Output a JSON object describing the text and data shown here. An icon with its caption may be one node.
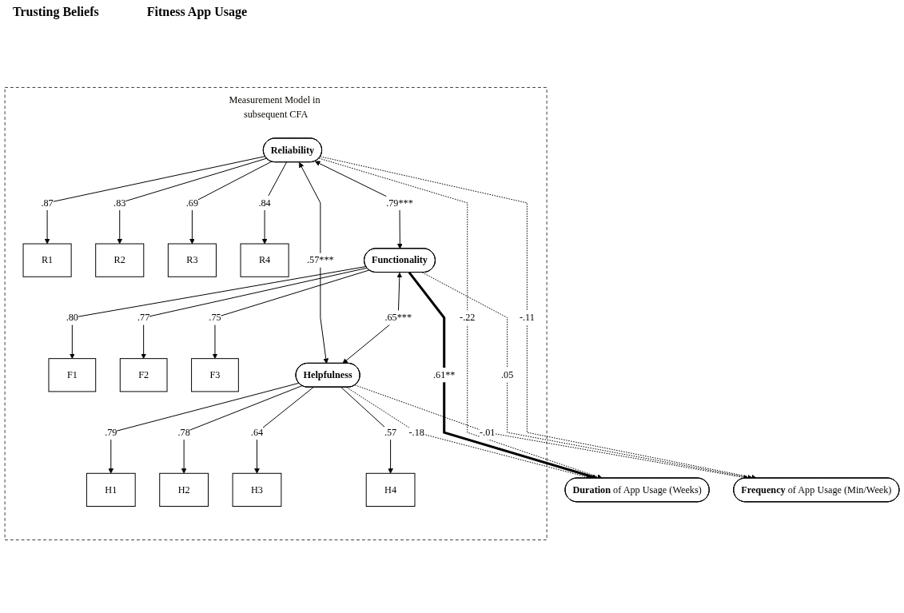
{
  "diagram": {
    "nodes": [
      {
        "text": [
          "Measurement Model in subsequent CFA"
        ]
      },
      {
        "text": [
          "Reliability"
        ],
        "in": 0
      },
      {
        "text": [
          "R1"
        ],
        "in": 0
      },
      {
        "text": [
          "R2"
        ],
        "in": 0
      },
      {
        "text": [
          "R3"
        ],
        "in": 0
      },
      {
        "text": [
          "R4"
        ],
        "in": 0
      },
      {
        "text": [
          "Functionality"
        ],
        "in": 0
      },
      {
        "text": [
          "F1"
        ],
        "in": 0
      },
      {
        "text": [
          "F2"
        ],
        "in": 0
      },
      {
        "text": [
          "F3"
        ],
        "in": 0
      },
      {
        "text": [
          "Helpfulness"
        ],
        "in": 0
      },
      {
        "text": [
          "H1"
        ],
        "in": 0
      },
      {
        "text": [
          "H2"
        ],
        "in": 0
      },
      {
        "text": [
          "H3"
        ],
        "in": 0
      },
      {
        "text": [
          "H4"
        ],
        "in": 0
      },
      {
        "text": [
          "**Duration** of App Usage (Weeks)"
        ]
      },
      {
        "text": [
          "**Frequency** of App Usage (Min/Week)"
        ]
      }
    ],
    "edges": [
      {
        "from": 1,
        "to": 6,
        "arrow": "both",
        "label": ".79***"
      },
      {
        "from": 6,
        "to": 10,
        "arrow": "both",
        "label": ".65***"
      },
      {
        "from": 1,
        "to": 10,
        "arrow": "both",
        "label": ".57***"
      },
      {
        "from": 1,
        "to": 2,
        "arrow": "to",
        "label": ".87"
      },
      {
        "from": 1,
        "to": 3,
        "arrow": "to",
        "label": ".83"
      },
      {
        "from": 1,
        "to": 4,
        "arrow": "to",
        "label": ".69"
      },
      {
        "from": 1,
        "to": 5,
        "arrow": "to",
        "label": ".84"
      },
      {
        "from": 6,
        "to": 7,
        "arrow": "to",
        "label": ".80"
      },
      {
        "from": 6,
        "to": 8,
        "arrow": "to",
        "label": ".77"
      },
      {
        "from": 6,
        "to": 9,
        "arrow": "to",
        "label": ".75"
      },
      {
        "from": 10,
        "to": 11,
        "arrow": "to",
        "label": ".79"
      },
      {
        "from": 10,
        "to": 12,
        "arrow": "to",
        "label": ".78"
      },
      {
        "from": 10,
        "to": 13,
        "arrow": "to",
        "label": ".64"
      },
      {
        "from": 10,
        "to": 14,
        "arrow": "to",
        "label": ".57"
      },
      {
        "from": 1,
        "to": 15,
        "arrow": "to",
        "label": "-.22",
        "style": "dashed"
      },
      {
        "from": 1,
        "to": 16,
        "arrow": "to",
        "label": "-.11",
        "style": "dashed"
      },
      {
        "from": 6,
        "to": 15,
        "arrow": "to",
        "label": ".61**",
        "style": "thick"
      },
      {
        "from": 6,
        "to": 16,
        "arrow": "to",
        "label": ".05",
        "style": "dashed"
      },
      {
        "from": 10,
        "to": 15,
        "arrow": "to",
        "label": "-.18",
        "style": "dashed"
      },
      {
        "from": 10,
        "to": 16,
        "arrow": "to",
        "label": "-.01",
        "style": "dashed"
      }
    ],
    "labels": [
      "Trusting Beliefs",
      "Fitness App Usage"
    ]
  }
}
